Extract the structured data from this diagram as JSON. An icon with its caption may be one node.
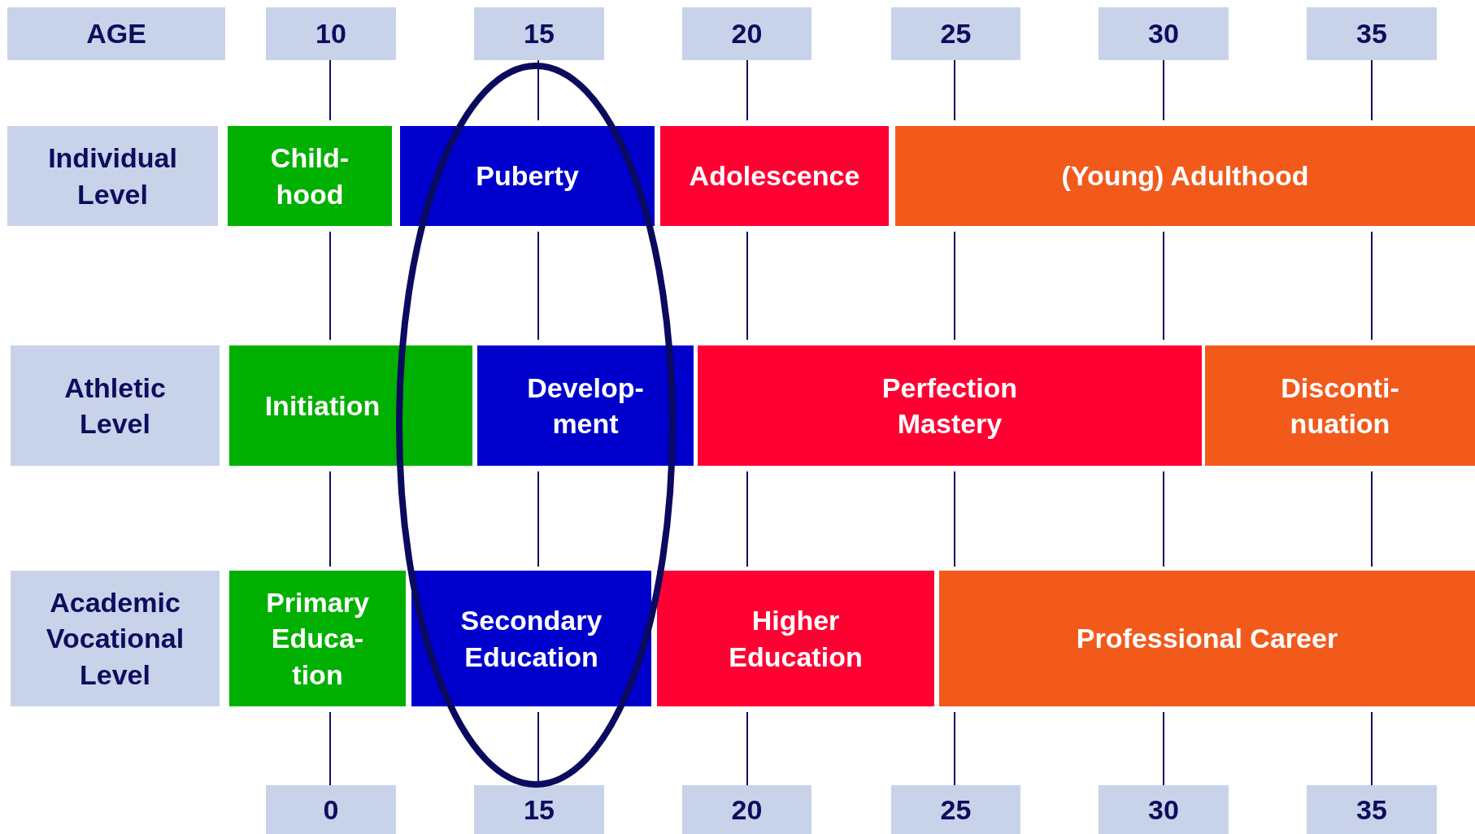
{
  "diagram": {
    "nodes": [
      {
        "text": [
          "AGE"
        ]
      },
      {
        "text": [
          "10"
        ]
      },
      {
        "text": [
          "15"
        ]
      },
      {
        "text": [
          "20"
        ]
      },
      {
        "text": [
          "25"
        ]
      },
      {
        "text": [
          "30"
        ]
      },
      {
        "text": [
          "35"
        ]
      },
      {
        "text": [
          "Individual Level"
        ]
      },
      {
        "text": [
          "Child- hood"
        ]
      },
      {
        "text": [
          "Puberty"
        ]
      },
      {
        "text": [
          "Adolescence"
        ]
      },
      {
        "text": [
          "(Young) Adulthood"
        ]
      },
      {
        "text": [
          "Athletic Level"
        ]
      },
      {
        "text": [
          "Initiation"
        ]
      },
      {
        "text": [
          "Develop- ment"
        ]
      },
      {
        "text": [
          "Perfection Mastery"
        ]
      },
      {
        "text": [
          "Disconti- nuation"
        ]
      },
      {
        "text": [
          "Academic Vocational Level"
        ]
      },
      {
        "text": [
          "Primary Educa- tion"
        ]
      },
      {
        "text": [
          "Secondary Education"
        ]
      },
      {
        "text": [
          "Higher Education"
        ]
      },
      {
        "text": [
          "Professional Career"
        ]
      },
      {
        "text": [
          "0"
        ]
      },
      {
        "text": [
          "15"
        ]
      },
      {
        "text": [
          "20"
        ]
      },
      {
        "text": [
          "25"
        ]
      },
      {
        "text": [
          "30"
        ]
      },
      {
        "text": [
          "35"
        ]
      }
    ]
  }
}
